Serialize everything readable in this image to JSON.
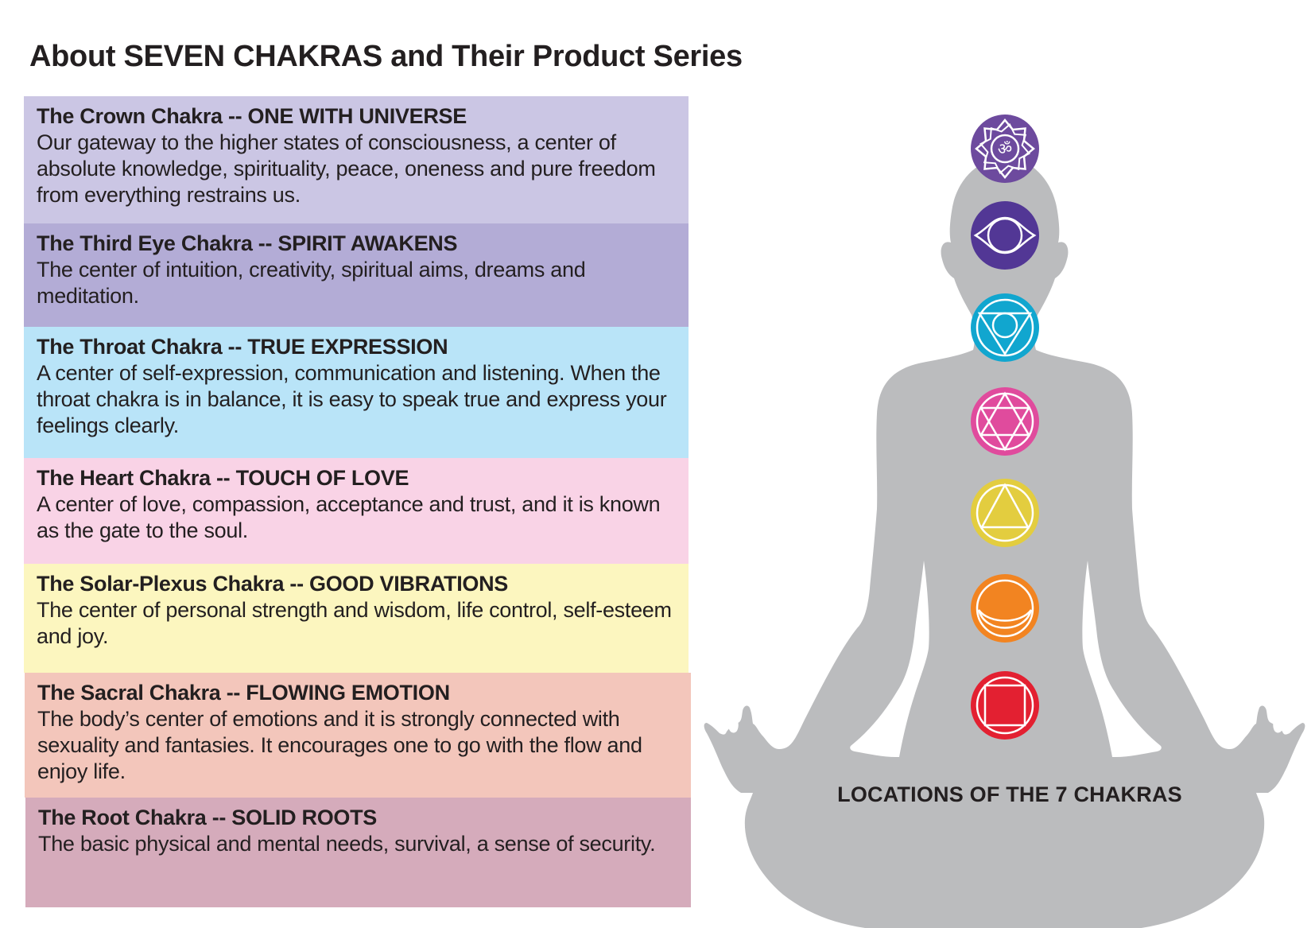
{
  "title": "About SEVEN CHAKRAS and Their Product Series",
  "chakras": [
    {
      "name": "The Crown Chakra",
      "motto": "ONE WITH UNIVERSE",
      "heading": "The Crown Chakra -- ONE WITH UNIVERSE",
      "description": "Our gateway to the higher states of consciousness, a center of absolute knowledge, spirituality, peace, oneness and pure freedom from everything restrains us.",
      "panel_color": "#cbc6e4",
      "symbol_color": "#6d4a9e",
      "icon": "lotus-om-icon"
    },
    {
      "name": "The Third Eye Chakra",
      "motto": "SPIRIT AWAKENS",
      "heading": "The Third Eye Chakra -- SPIRIT AWAKENS",
      "description": "The center of intuition, creativity, spiritual aims, dreams and meditation.",
      "panel_color": "#b3acd6",
      "symbol_color": "#523795",
      "icon": "eye-icon"
    },
    {
      "name": "The Throat Chakra",
      "motto": "TRUE EXPRESSION",
      "heading": "The Throat Chakra -- TRUE EXPRESSION",
      "description": "A center of self-expression, communication and listening. When the throat chakra is in balance, it is easy to speak true and express your feelings clearly.",
      "panel_color": "#b9e4f8",
      "symbol_color": "#11a6cf",
      "icon": "triangle-circle-icon"
    },
    {
      "name": "The Heart Chakra",
      "motto": "TOUCH OF LOVE",
      "heading": "The Heart Chakra -- TOUCH OF LOVE",
      "description": "A center of love, compassion, acceptance and trust, and it is known as the gate to the soul.",
      "panel_color": "#f9d3e6",
      "symbol_color": "#e04b9d",
      "icon": "hexagram-icon"
    },
    {
      "name": "The Solar-Plexus Chakra",
      "motto": "GOOD VIBRATIONS",
      "heading": "The Solar-Plexus Chakra -- GOOD VIBRATIONS",
      "description": "The center of personal strength and wisdom, life control, self-esteem and joy.",
      "panel_color": "#fcf6bf",
      "symbol_color": "#e3cd3f",
      "icon": "triangle-icon"
    },
    {
      "name": "The Sacral  Chakra",
      "motto": "FLOWING EMOTION",
      "heading": "The Sacral  Chakra -- FLOWING EMOTION",
      "description": "The body’s center of emotions and it is strongly connected with sexuality and fantasies. It encourages one to go with the flow and enjoy life.",
      "panel_color": "#f3c6bb",
      "symbol_color": "#f28421",
      "icon": "crescent-icon"
    },
    {
      "name": "The Root Chakra",
      "motto": "SOLID ROOTS",
      "heading": "The Root Chakra -- SOLID ROOTS",
      "description": "The basic physical and mental needs, survival, a sense of security.",
      "panel_color": "#d5abbb",
      "symbol_color": "#e32031",
      "icon": "square-icon"
    }
  ],
  "figure": {
    "caption": "LOCATIONS OF THE 7 CHAKRAS",
    "silhouette_color": "#bbbcbe",
    "symbol_line_color": "#ffffff"
  }
}
